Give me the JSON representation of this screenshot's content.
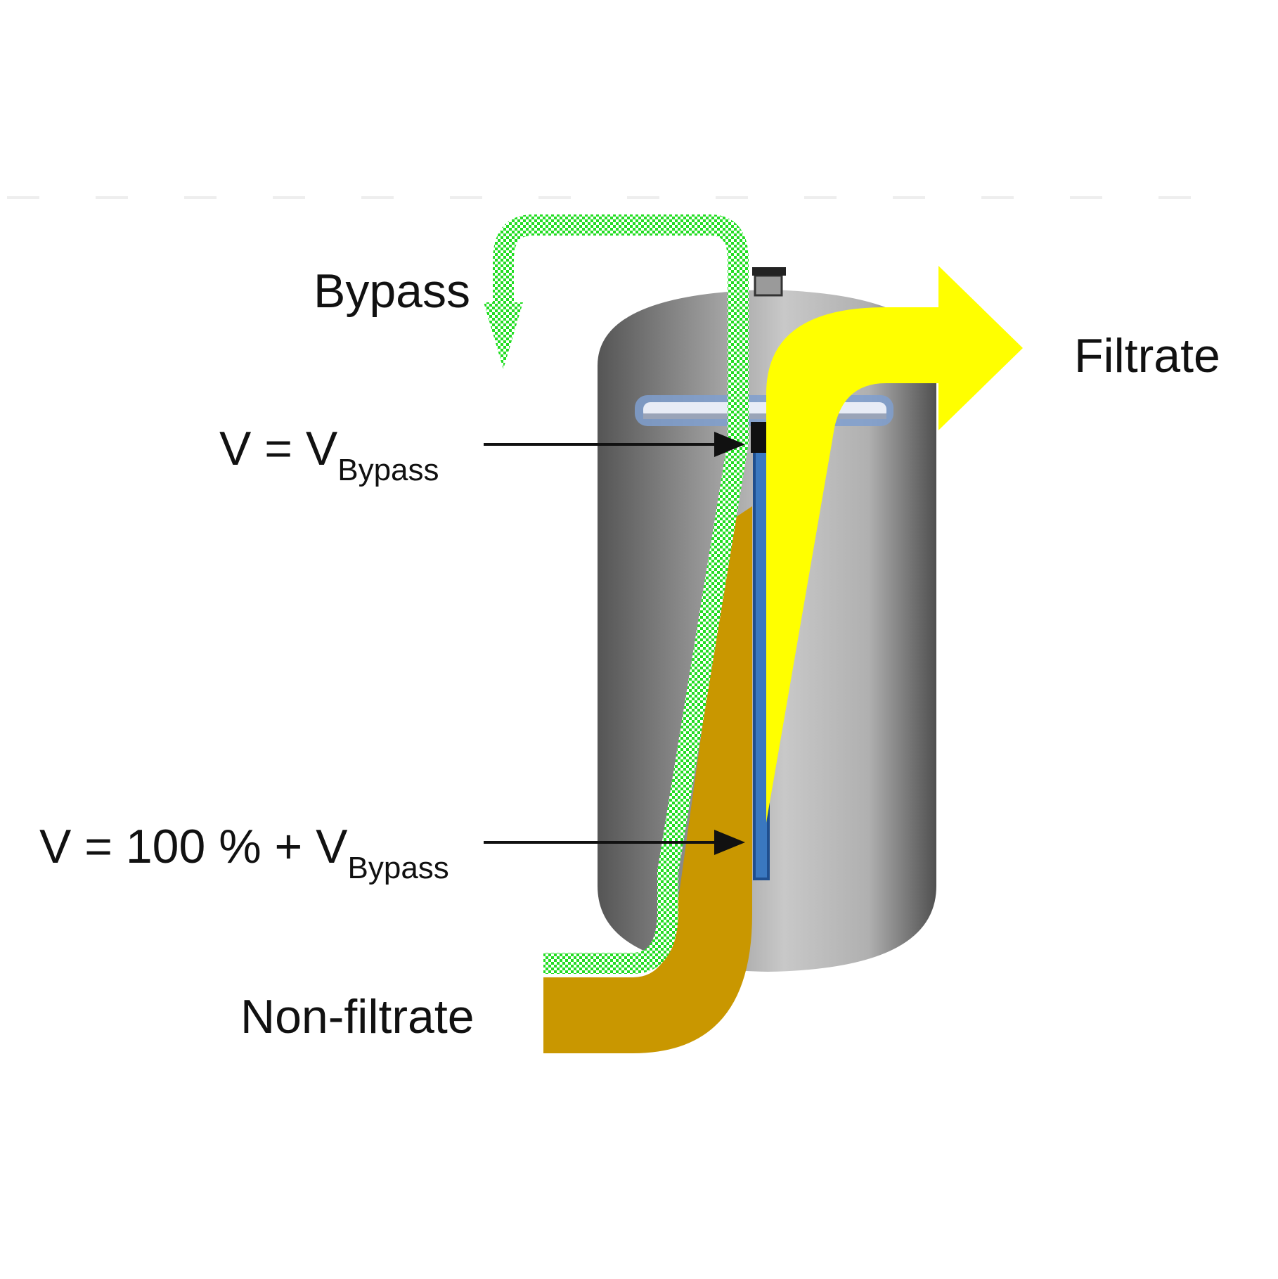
{
  "labels": {
    "bypass": "Bypass",
    "filtrate": "Filtrate",
    "non_filtrate": "Non-filtrate",
    "v_top_main": "V = V",
    "v_top_sub": "Bypass",
    "v_bottom_main": "V = 100 % + V",
    "v_bottom_sub": "Bypass"
  },
  "colors": {
    "filtrate_flow": "#ffff00",
    "non_filtrate_flow": "#c99700",
    "bypass_flow": "#22dd22",
    "vessel_dark": "#555555",
    "vessel_light": "#c8c8c8",
    "filter_element": "#3a78c0",
    "pointer_arrow": "#111111"
  }
}
